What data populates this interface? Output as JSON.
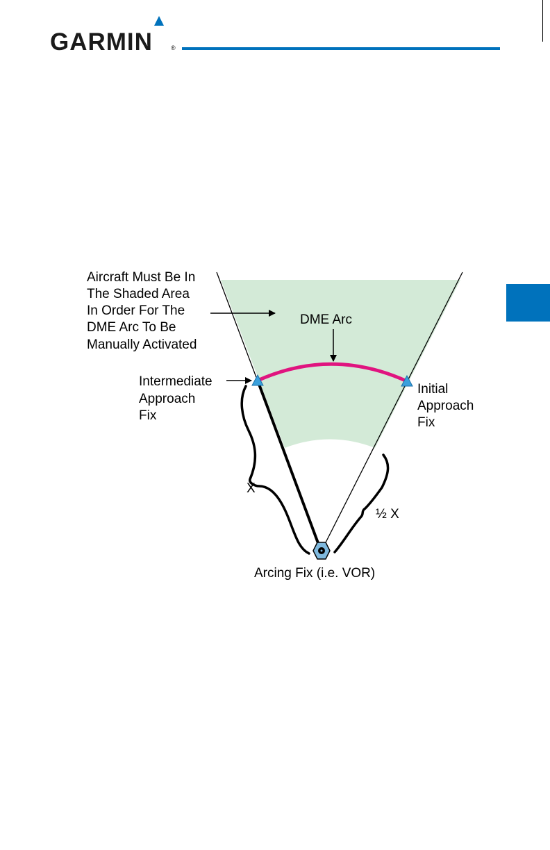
{
  "brand": {
    "name": "GARMIN",
    "registered_mark": "®",
    "color": "#0072bc"
  },
  "diagram": {
    "shaded_area_label": [
      "Aircraft Must Be In",
      "The Shaded Area",
      "In Order For The",
      "DME Arc To Be",
      "Manually Activated"
    ],
    "arc_label": "DME Arc",
    "intermediate_fix_label": [
      "Intermediate",
      "Approach",
      "Fix"
    ],
    "initial_fix_label": [
      "Initial",
      "Approach",
      "Fix"
    ],
    "distance_x_label": "X",
    "half_distance_label": "½ X",
    "arcing_fix_label": "Arcing Fix (i.e. VOR)",
    "colors": {
      "shaded_area": "#d3ead7",
      "dme_arc": "#e0147f",
      "fix_marker": "#3aa0dc"
    }
  }
}
